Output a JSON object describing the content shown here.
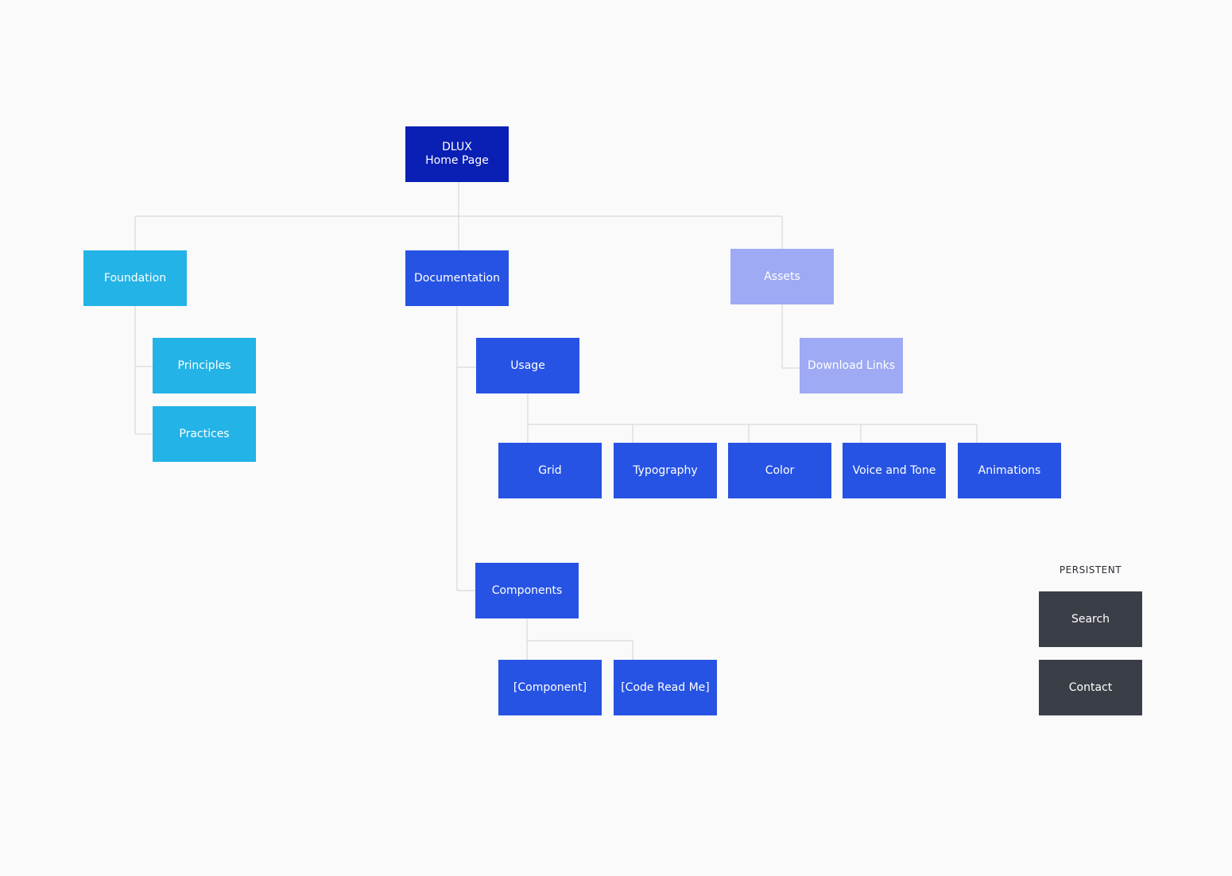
{
  "root": {
    "label": "DLUX\nHome Page"
  },
  "foundation": {
    "label": "Foundation",
    "children": [
      "Principles",
      "Practices"
    ]
  },
  "documentation": {
    "label": "Documentation",
    "usage": {
      "label": "Usage",
      "children": [
        "Grid",
        "Typography",
        "Color",
        "Voice and Tone",
        "Animations"
      ]
    },
    "components": {
      "label": "Components",
      "children": [
        "[Component]",
        "[Code Read Me]"
      ]
    }
  },
  "assets": {
    "label": "Assets",
    "children": [
      "Download Links"
    ]
  },
  "persistent": {
    "heading": "PERSISTENT",
    "items": [
      "Search",
      "Contact"
    ]
  },
  "colors": {
    "root": "#0a1fb3",
    "foundation": "#23b3e6",
    "documentation": "#2653e3",
    "assets": "#9eaaf3",
    "persistent": "#3a3e46",
    "connector": "#d2d2d2",
    "background": "#fafafa"
  }
}
